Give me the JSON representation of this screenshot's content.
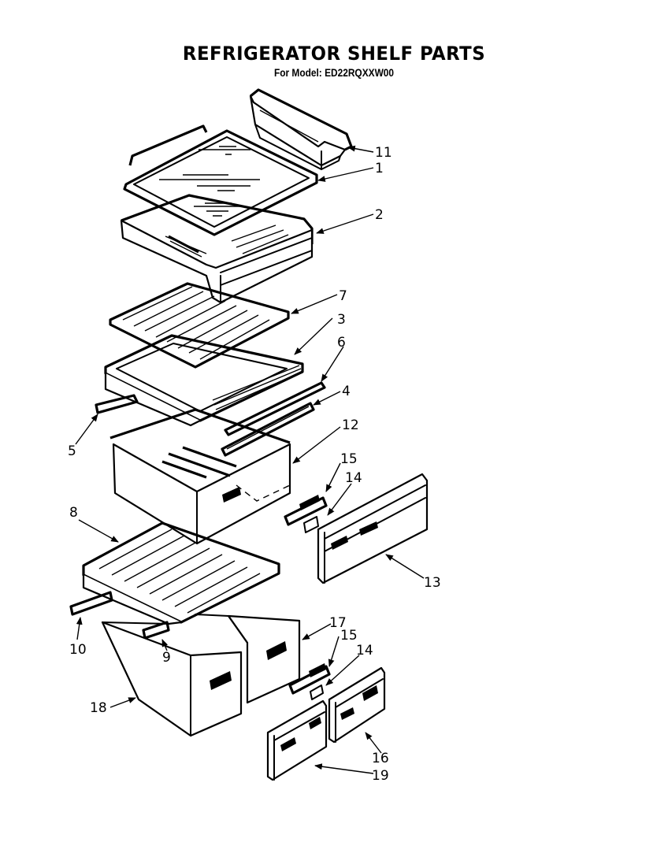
{
  "header": {
    "title": "REFRIGERATOR SHELF PARTS",
    "subtitle": "For Model: ED22RQXXW00"
  },
  "callouts": [
    {
      "id": "11",
      "label": "11",
      "part": "door-bin"
    },
    {
      "id": "1",
      "label": "1",
      "part": "glass-shelf-top"
    },
    {
      "id": "2",
      "label": "2",
      "part": "meat-pan-drawer"
    },
    {
      "id": "7",
      "label": "7",
      "part": "crisper-shelf-insert"
    },
    {
      "id": "3",
      "label": "3",
      "part": "crisper-shelf-frame"
    },
    {
      "id": "6",
      "label": "6",
      "part": "shelf-trim-rail"
    },
    {
      "id": "4",
      "label": "4",
      "part": "drawer-slide-rail-right"
    },
    {
      "id": "5",
      "label": "5",
      "part": "drawer-slide-rail-left"
    },
    {
      "id": "12",
      "label": "12",
      "part": "upper-crisper-pan"
    },
    {
      "id": "15a",
      "label": "15",
      "part": "humidity-control-slide-upper"
    },
    {
      "id": "14a",
      "label": "14",
      "part": "humidity-control-clip-upper"
    },
    {
      "id": "13",
      "label": "13",
      "part": "upper-crisper-front-cover"
    },
    {
      "id": "8",
      "label": "8",
      "part": "lower-shelf"
    },
    {
      "id": "10",
      "label": "10",
      "part": "lower-slide-rail"
    },
    {
      "id": "9",
      "label": "9",
      "part": "center-support-bracket"
    },
    {
      "id": "17",
      "label": "17",
      "part": "right-lower-pan"
    },
    {
      "id": "15b",
      "label": "15",
      "part": "humidity-control-slide-lower"
    },
    {
      "id": "14b",
      "label": "14",
      "part": "humidity-control-clip-lower"
    },
    {
      "id": "18",
      "label": "18",
      "part": "left-lower-pan"
    },
    {
      "id": "16",
      "label": "16",
      "part": "right-lower-pan-cover"
    },
    {
      "id": "19",
      "label": "19",
      "part": "left-lower-pan-cover"
    }
  ],
  "colors": {
    "ink": "#000000",
    "paper": "#ffffff"
  }
}
